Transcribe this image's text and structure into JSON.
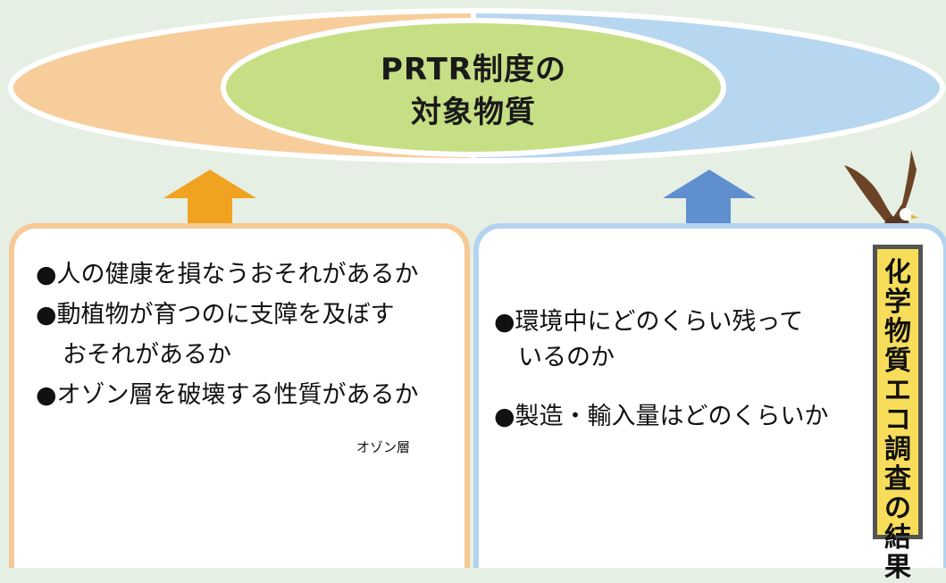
{
  "title": {
    "line1": "PRTR制度の",
    "line2": "対象物質"
  },
  "left_box": {
    "criteria": [
      "●人の健康を損なうおそれがあるか",
      "●動植物が育つのに支障を及ぼす",
      "おそれがあるか",
      "●オゾン層を破壊する性質があるか"
    ],
    "ozone_label": "オゾン層"
  },
  "right_box": {
    "criteria": [
      "●環境中にどのくらい残って",
      "いるのか",
      "●製造・輸入量はどのくらいか"
    ]
  },
  "badge": {
    "label": "化学物質エコ調査の結果"
  },
  "colors": {
    "background": "#e5efe3",
    "orange_ellipse": "#f8cd9c",
    "blue_ellipse": "#b7d6f0",
    "green_ellipse": "#c6df84",
    "orange_arrow": "#f0a321",
    "blue_arrow": "#5f8fcf",
    "gray_arrow": "#8e8e8e",
    "badge_fill": "#f7dd5a"
  },
  "icons": [
    "human-body-icon",
    "pollution-fumes-icon",
    "ozone-earth-icon",
    "eagle-icon"
  ]
}
